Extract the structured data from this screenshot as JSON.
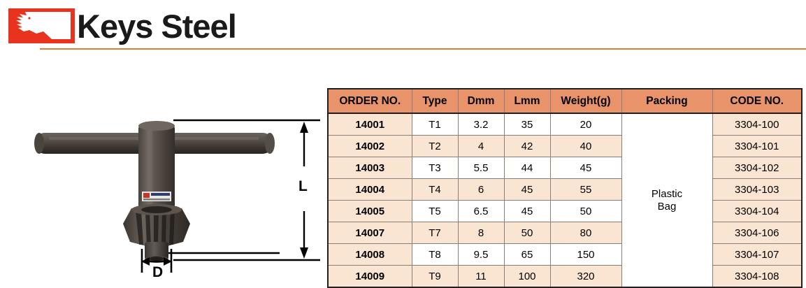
{
  "header": {
    "title": "Keys Steel",
    "logo_icon": "eagle-head-icon",
    "logo_bg_color": "#E8331F",
    "rule_color": "#E07B39"
  },
  "figure": {
    "product_icon": "t-handle-chuck-key-icon",
    "dimension_labels": {
      "length": "L",
      "diameter": "D"
    },
    "arrow_up_icon": "arrow-up-icon",
    "arrow_down_icon": "arrow-down-icon",
    "arrow_double_horizontal_icon": "arrow-left-right-icon"
  },
  "table": {
    "colors": {
      "header_bg": "#E8936A",
      "tint_bg": "#FAE5D3",
      "plain_bg": "#FFFFFF",
      "border": "#231F20"
    },
    "columns": [
      "ORDER NO.",
      "Type",
      "Dmm",
      "Lmm",
      "Weight(g)",
      "Packing",
      "CODE NO."
    ],
    "packing_value": "Plastic\nBag",
    "packing_value_line1": "Plastic",
    "packing_value_line2": "Bag",
    "rows": [
      {
        "order_no": "14001",
        "type": "T1",
        "dmm": "3.2",
        "lmm": "35",
        "weight": "20",
        "code_no": "3304-100",
        "shade": "plain"
      },
      {
        "order_no": "14002",
        "type": "T2",
        "dmm": "4",
        "lmm": "42",
        "weight": "40",
        "code_no": "3304-101",
        "shade": "tint"
      },
      {
        "order_no": "14003",
        "type": "T3",
        "dmm": "5.5",
        "lmm": "44",
        "weight": "45",
        "code_no": "3304-102",
        "shade": "plain"
      },
      {
        "order_no": "14004",
        "type": "T4",
        "dmm": "6",
        "lmm": "45",
        "weight": "55",
        "code_no": "3304-103",
        "shade": "tint"
      },
      {
        "order_no": "14005",
        "type": "T5",
        "dmm": "6.5",
        "lmm": "45",
        "weight": "50",
        "code_no": "3304-104",
        "shade": "plain"
      },
      {
        "order_no": "14007",
        "type": "T7",
        "dmm": "8",
        "lmm": "50",
        "weight": "80",
        "code_no": "3304-106",
        "shade": "tint"
      },
      {
        "order_no": "14008",
        "type": "T8",
        "dmm": "9.5",
        "lmm": "65",
        "weight": "150",
        "code_no": "3304-107",
        "shade": "plain"
      },
      {
        "order_no": "14009",
        "type": "T9",
        "dmm": "11",
        "lmm": "100",
        "weight": "320",
        "code_no": "3304-108",
        "shade": "tint"
      }
    ]
  }
}
